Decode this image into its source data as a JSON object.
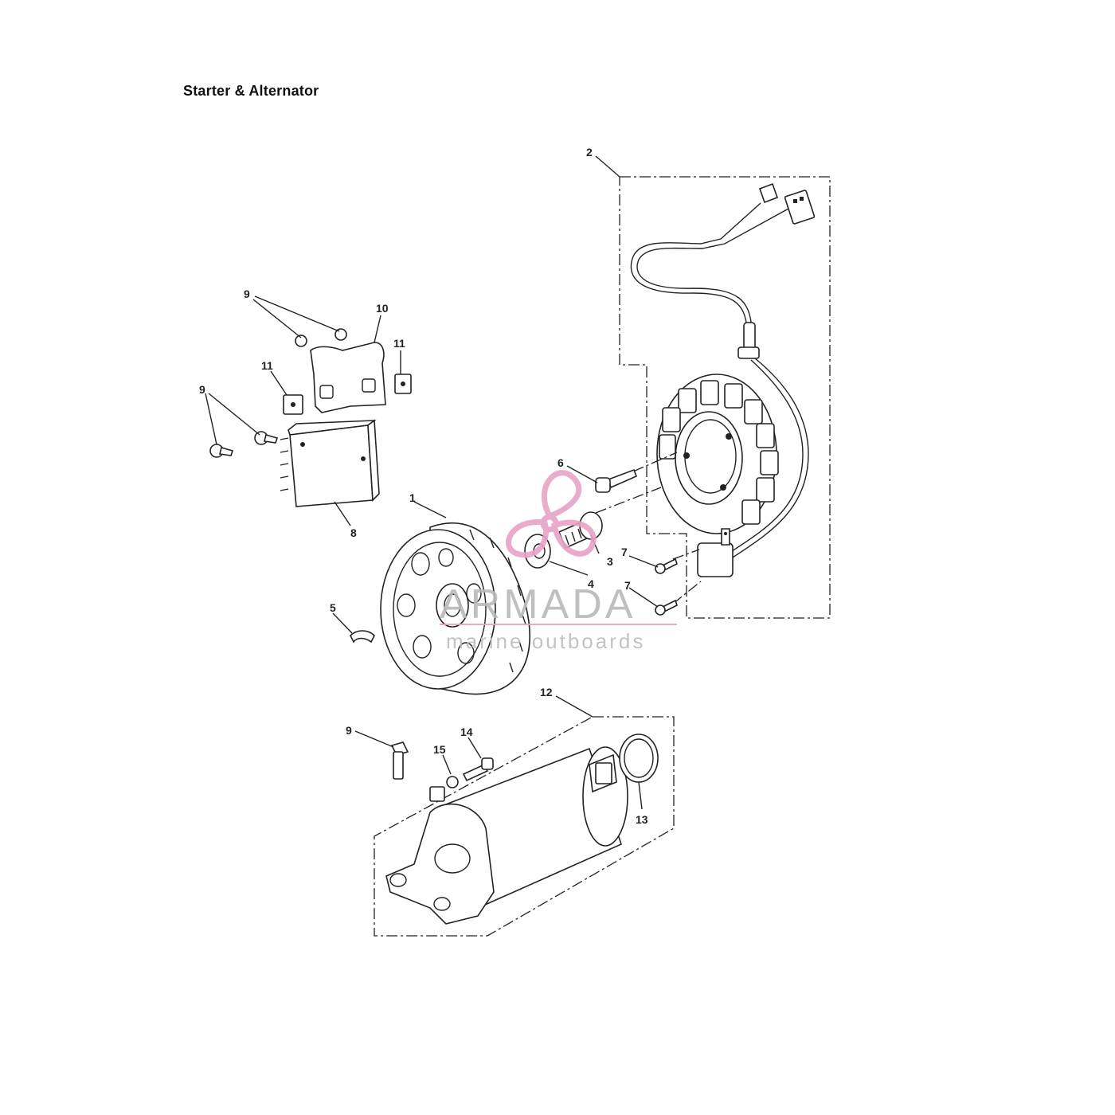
{
  "title": "Starter & Alternator",
  "callouts": {
    "c1": "1",
    "c2": "2",
    "c3": "3",
    "c4": "4",
    "c5": "5",
    "c6": "6",
    "c7a": "7",
    "c7b": "7",
    "c8": "8",
    "c9a": "9",
    "c9b": "9",
    "c9c": "9",
    "c10": "10",
    "c11a": "11",
    "c11b": "11",
    "c12": "12",
    "c13": "13",
    "c14": "14",
    "c15": "15"
  },
  "watermark": {
    "brand": "ARMADA",
    "tagline": "marine outboards",
    "logo_color": "#e7a3c4",
    "line_color": "#e7a3c4"
  }
}
